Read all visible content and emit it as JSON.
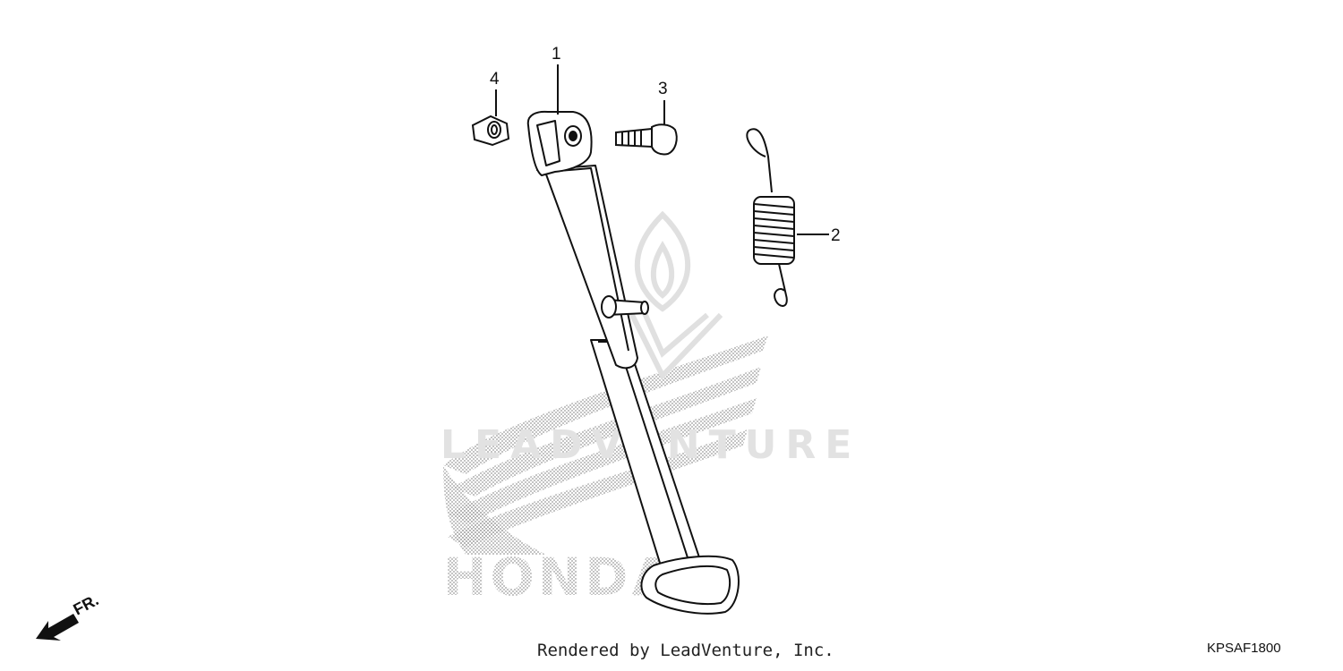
{
  "diagram": {
    "callouts": [
      {
        "id": "1",
        "part": "side-stand"
      },
      {
        "id": "2",
        "part": "spring"
      },
      {
        "id": "3",
        "part": "bolt"
      },
      {
        "id": "4",
        "part": "nut"
      }
    ],
    "direction_label": "FR.",
    "watermark": {
      "text": "LEADVENTURE",
      "brand": "HONDA"
    }
  },
  "footer": {
    "rendered_by": "Rendered by LeadVenture, Inc.",
    "diagram_code": "KPSAF1800"
  },
  "colors": {
    "line": "#111111",
    "watermark": "#d6d6d6",
    "dots": "#9a9a9a"
  }
}
